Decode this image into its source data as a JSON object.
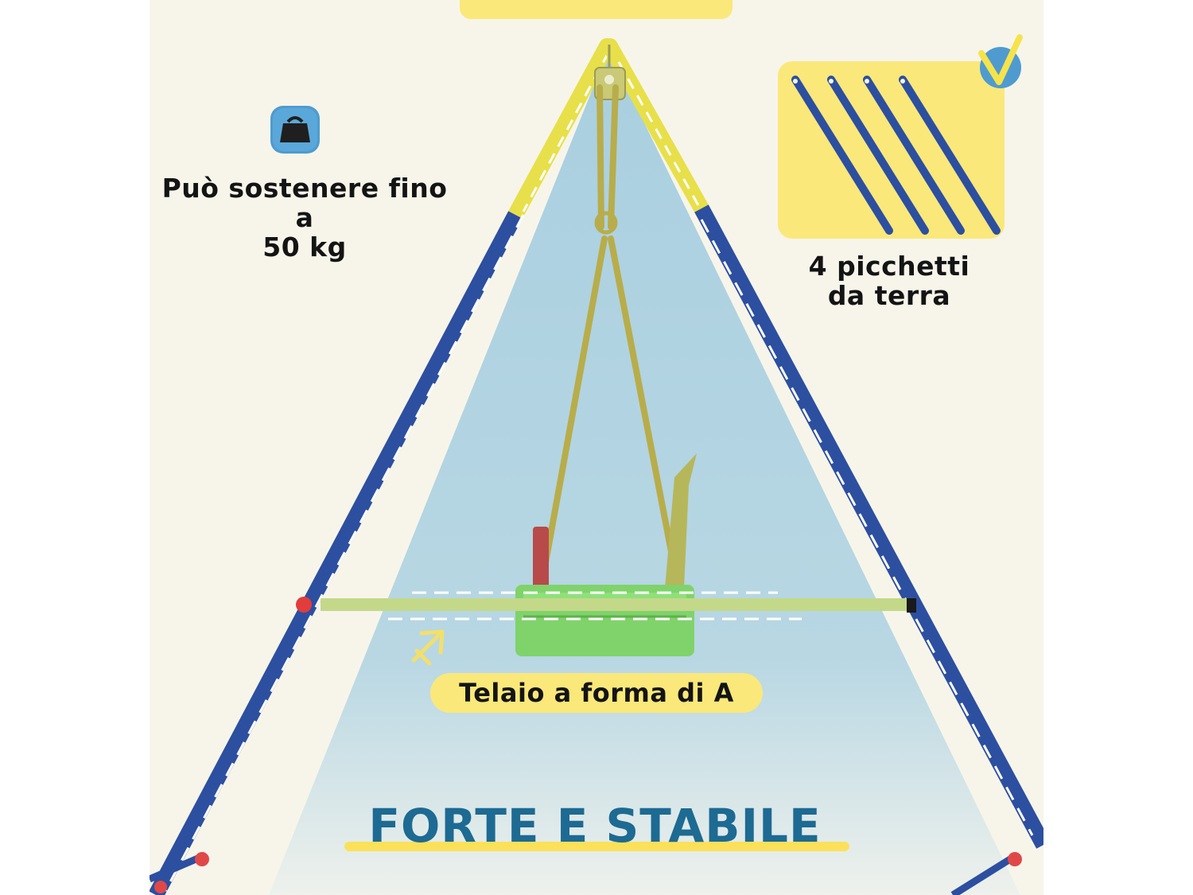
{
  "features": {
    "weight_capacity": {
      "line1": "Può sostenere fino a",
      "line2": "50 kg",
      "icon": "weight-icon"
    },
    "ground_stakes": {
      "line1": "4 picchetti",
      "line2": "da terra",
      "icon": "ground-stakes-icon",
      "badge_icon": "checkmark-icon"
    },
    "frame": {
      "label": "Telaio a forma di A",
      "icon": "pointer-arrow-icon"
    }
  },
  "headline": "FORTE E STABILE",
  "colors": {
    "background": "#f7f5ea",
    "accent_yellow": "#fbe87a",
    "frame_blue": "#2d4fa0",
    "headline_blue": "#1d6a93",
    "icon_blue": "#4f9bd0",
    "seat_green": "#7fd36a"
  }
}
